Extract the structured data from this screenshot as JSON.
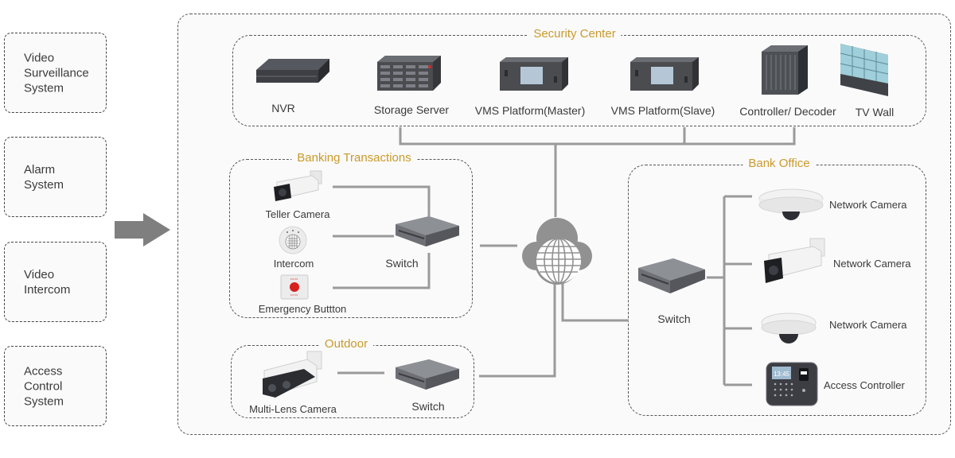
{
  "systems": [
    {
      "label": "Video\nSurveillance\nSystem",
      "lines": [
        "Video",
        "Surveillance",
        "System"
      ]
    },
    {
      "label": "Alarm\nSystem",
      "lines": [
        "Alarm",
        "System"
      ]
    },
    {
      "label": "Video\nIntercom",
      "lines": [
        "Video",
        "Intercom"
      ]
    },
    {
      "label": "Access\nControl\nSystem",
      "lines": [
        "Access",
        "Control",
        "System"
      ]
    }
  ],
  "colors": {
    "group_title": "#c89a2a",
    "line": "#9a9a9a",
    "arrow": "#7f7f7f",
    "text": "#3a3a3a",
    "background": "#fbfafb"
  },
  "groups": {
    "security_center": {
      "title": "Security Center",
      "devices": [
        {
          "icon": "nvr-icon",
          "label": "NVR"
        },
        {
          "icon": "storage-server-icon",
          "label": "Storage Server"
        },
        {
          "icon": "vms-master-icon",
          "label": "VMS Platform(Master)"
        },
        {
          "icon": "vms-slave-icon",
          "label": "VMS Platform(Slave)"
        },
        {
          "icon": "controller-decoder-icon",
          "label": "Controller/ Decoder"
        },
        {
          "icon": "tv-wall-icon",
          "label": "TV Wall"
        }
      ]
    },
    "banking_transactions": {
      "title": "Banking Transactions",
      "devices": [
        {
          "icon": "bullet-camera-icon",
          "label": "Teller Camera"
        },
        {
          "icon": "intercom-icon",
          "label": "Intercom"
        },
        {
          "icon": "emergency-button-icon",
          "label": "Emergency Buttton"
        },
        {
          "icon": "switch-icon",
          "label": "Switch"
        }
      ]
    },
    "outdoor": {
      "title": "Outdoor",
      "devices": [
        {
          "icon": "multi-lens-camera-icon",
          "label": "Multi-Lens Camera"
        },
        {
          "icon": "switch-icon",
          "label": "Switch"
        }
      ]
    },
    "bank_office": {
      "title": "Bank Office",
      "devices": [
        {
          "icon": "switch-icon",
          "label": "Switch"
        },
        {
          "icon": "dome-camera-icon",
          "label": "Network Camera"
        },
        {
          "icon": "bullet-camera-icon",
          "label": "Network Camera"
        },
        {
          "icon": "dome-camera-icon",
          "label": "Network Camera"
        },
        {
          "icon": "access-controller-icon",
          "label": "Access Controller"
        }
      ],
      "access_controller_clock": "13:45"
    }
  },
  "network_hub": {
    "icon": "cloud-globe-icon"
  }
}
